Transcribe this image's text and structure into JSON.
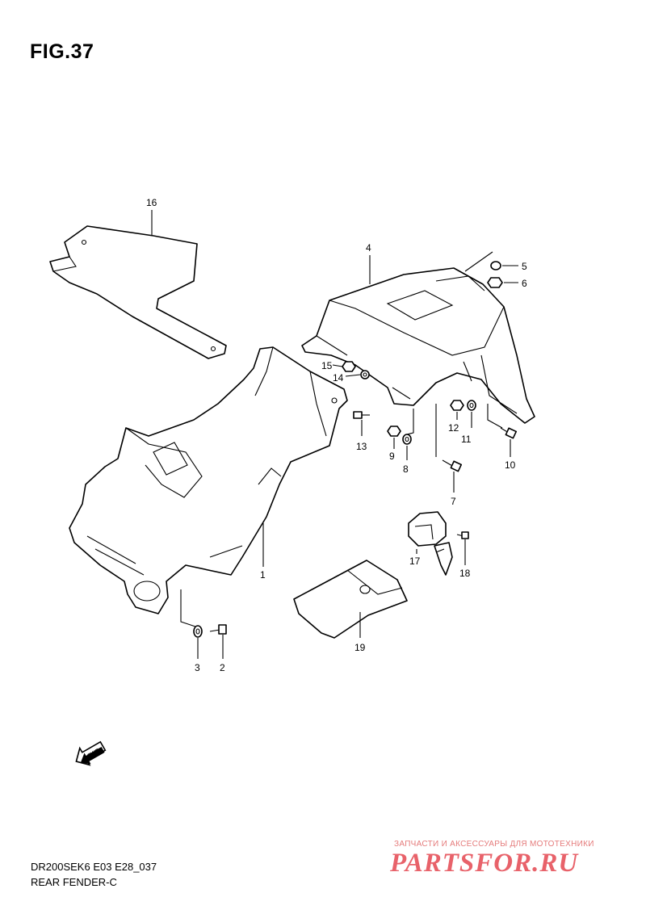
{
  "figure": {
    "title": "FIG.37"
  },
  "footer": {
    "model_code": "DR200SEK6 E03 E28_037",
    "section_name": "REAR FENDER-C"
  },
  "watermark": {
    "tagline": "ЗАПЧАСТИ И АКСЕССУАРЫ ДЛЯ МОТОТЕХНИКИ",
    "logo_text": "PARTSFOR.RU"
  },
  "badge": {
    "label": "FWD"
  },
  "callouts": [
    "1",
    "2",
    "3",
    "4",
    "5",
    "6",
    "7",
    "8",
    "9",
    "10",
    "11",
    "12",
    "13",
    "14",
    "15",
    "16",
    "17",
    "18",
    "19"
  ]
}
